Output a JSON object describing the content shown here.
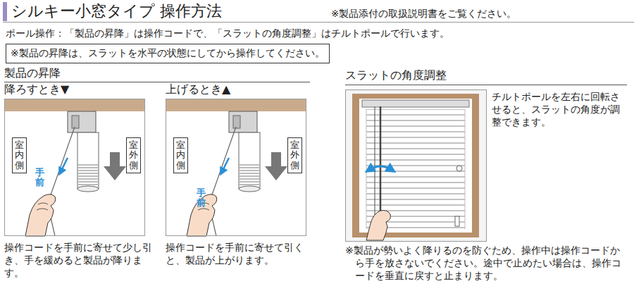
{
  "diagram": {
    "title": "シルキー小窓タイプ 操作方法",
    "nodes": [
      {
        "text": [
          "※製品の昇降は、スラットを水平の状態にしてから操作してください。"
        ]
      },
      {
        "text": [
          "降ろすとき▼",
          "操作コードを手前に寄せて少し引き、手を緩めると製品が降ります。"
        ]
      },
      {
        "text": [
          "室内側"
        ],
        "in": 1
      },
      {
        "text": [
          "室外側"
        ],
        "in": 1
      },
      {
        "text": [
          "上げるとき▲",
          "操作コードを手前に寄せて引くと、製品が上がります。"
        ]
      },
      {
        "text": [
          "室内側"
        ],
        "in": 4
      },
      {
        "text": [
          "室外側"
        ],
        "in": 4
      }
    ],
    "labels": [
      "※製品添付の取扱説明書をご覧ください。",
      "ポール操作：「製品の昇降」は操作コードで、「スラットの角度調整」はチルトポールで行います。",
      "製品の昇降",
      "手前",
      "手前",
      "スラットの角度調整",
      "チルトポールを左右に回転させると、スラットの角度が調整できます。",
      "※製品が勢いよく降りるのを防ぐため、操作中は操作コードから手を放さないでください。途中で止めたい場合は、操作コードを垂直に戻すと止まります。"
    ]
  }
}
